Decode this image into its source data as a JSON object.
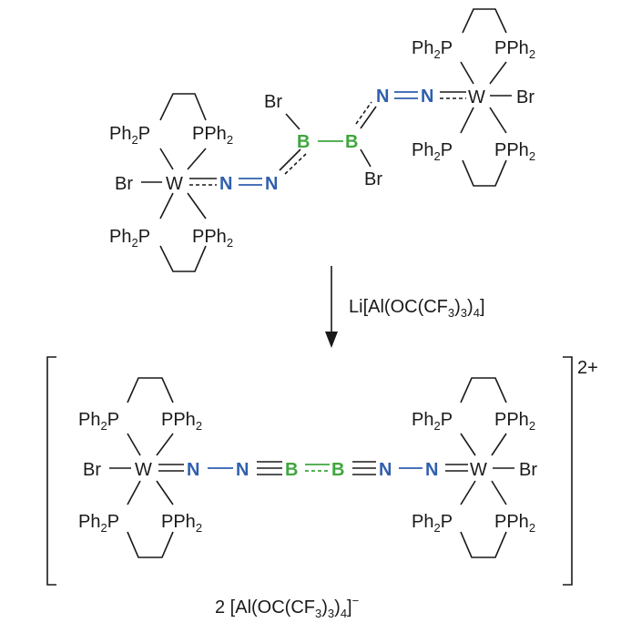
{
  "atoms": {
    "ph2p": "Ph2P",
    "pph2": "PPh2",
    "ph": "Ph",
    "sub2": "2",
    "p": "P",
    "w": "W",
    "br": "Br",
    "n": "N",
    "b": "B"
  },
  "reagent": {
    "prefix": "Li[Al(OC(CF",
    "sub3a": "3",
    "mid": ")",
    "sub3b": "3",
    "close": ")",
    "sub4": "4",
    "end": "]"
  },
  "charge": "2+",
  "counterion": {
    "prefix": "2 [Al(OC(CF",
    "sub3a": "3",
    "mid": ")",
    "sub3b": "3",
    "close": ")",
    "sub4": "4",
    "end": "]",
    "sup": "−"
  },
  "colors": {
    "nitrogen": "#2f5fae",
    "boron": "#3fa63f",
    "text": "#1a1a1a"
  }
}
